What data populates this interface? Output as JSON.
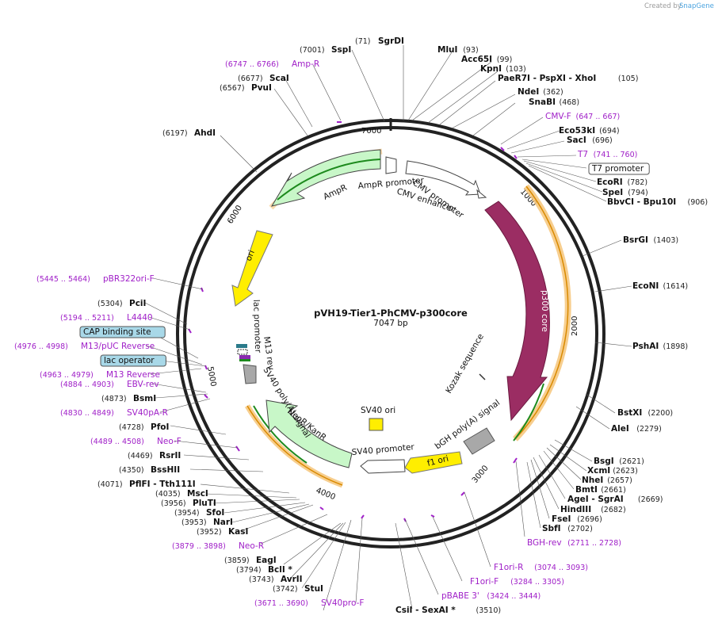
{
  "credit": {
    "prefix": "Created by",
    "brand": "SnapGene"
  },
  "plasmid": {
    "name": "pVH19-Tier1-PhCMV-p300core",
    "length": "7047 bp",
    "total_bp": 7047
  },
  "ticks": [
    "1000",
    "2000",
    "3000",
    "4000",
    "5000",
    "6000",
    "7000"
  ],
  "labels": [
    {
      "id": "sgrdi",
      "pos": "(71)",
      "name": "SgrDI",
      "kind": "enzyme"
    },
    {
      "id": "sspi",
      "pos": "(7001)",
      "name": "SspI",
      "kind": "enzyme"
    },
    {
      "id": "ampr-primer",
      "pos": "(6747 .. 6766)",
      "name": "Amp-R",
      "kind": "primer"
    },
    {
      "id": "scai",
      "pos": "(6677)",
      "name": "ScaI",
      "kind": "enzyme"
    },
    {
      "id": "pvui",
      "pos": "(6567)",
      "name": "PvuI",
      "kind": "enzyme"
    },
    {
      "id": "ahdi",
      "pos": "(6197)",
      "name": "AhdI",
      "kind": "enzyme"
    },
    {
      "id": "mlui",
      "pos": "(93)",
      "name": "MluI",
      "kind": "enzyme"
    },
    {
      "id": "acc65i",
      "pos": "(99)",
      "name": "Acc65I",
      "kind": "enzyme"
    },
    {
      "id": "kpni",
      "pos": "(103)",
      "name": "KpnI",
      "kind": "enzyme"
    },
    {
      "id": "paer7i",
      "pos": "(105)",
      "name": "PaeR7I  - PspXI  - XhoI",
      "kind": "enzyme"
    },
    {
      "id": "ndei",
      "pos": "(362)",
      "name": "NdeI",
      "kind": "enzyme"
    },
    {
      "id": "snabi",
      "pos": "(468)",
      "name": "SnaBI",
      "kind": "enzyme"
    },
    {
      "id": "cmvf",
      "pos": "(647 .. 667)",
      "name": "CMV-F",
      "kind": "primer"
    },
    {
      "id": "eco53ki",
      "pos": "(694)",
      "name": "Eco53kI",
      "kind": "enzyme"
    },
    {
      "id": "saci",
      "pos": "(696)",
      "name": "SacI",
      "kind": "enzyme"
    },
    {
      "id": "t7",
      "pos": "(741 .. 760)",
      "name": "T7",
      "kind": "primer"
    },
    {
      "id": "t7prom",
      "pos": "",
      "name": "T7 promoter",
      "kind": "boxed"
    },
    {
      "id": "ecori",
      "pos": "(782)",
      "name": "EcoRI",
      "kind": "enzyme"
    },
    {
      "id": "spei",
      "pos": "(794)",
      "name": "SpeI",
      "kind": "enzyme"
    },
    {
      "id": "bbvci",
      "pos": "(906)",
      "name": "BbvCI  - Bpu10I",
      "kind": "enzyme"
    },
    {
      "id": "bsrgi",
      "pos": "(1403)",
      "name": "BsrGI",
      "kind": "enzyme"
    },
    {
      "id": "ecoNI",
      "pos": "(1614)",
      "name": "EcoNI",
      "kind": "enzyme"
    },
    {
      "id": "pshai",
      "pos": "(1898)",
      "name": "PshAI",
      "kind": "enzyme"
    },
    {
      "id": "bstxi",
      "pos": "(2200)",
      "name": "BstXI",
      "kind": "enzyme"
    },
    {
      "id": "alei",
      "pos": "(2279)",
      "name": "AleI",
      "kind": "enzyme"
    },
    {
      "id": "bsgi",
      "pos": "(2621)",
      "name": "BsgI",
      "kind": "enzyme"
    },
    {
      "id": "xcmi",
      "pos": "(2623)",
      "name": "XcmI",
      "kind": "enzyme"
    },
    {
      "id": "nhei",
      "pos": "(2657)",
      "name": "NheI",
      "kind": "enzyme"
    },
    {
      "id": "bmti",
      "pos": "(2661)",
      "name": "BmtI",
      "kind": "enzyme"
    },
    {
      "id": "agei",
      "pos": "(2669)",
      "name": "AgeI  - SgrAI",
      "kind": "enzyme"
    },
    {
      "id": "hindiii",
      "pos": "(2682)",
      "name": "HindIII",
      "kind": "enzyme"
    },
    {
      "id": "fsei",
      "pos": "(2696)",
      "name": "FseI",
      "kind": "enzyme"
    },
    {
      "id": "sbfi",
      "pos": "(2702)",
      "name": "SbfI",
      "kind": "enzyme"
    },
    {
      "id": "bghrev",
      "pos": "(2711 .. 2728)",
      "name": "BGH-rev",
      "kind": "primer"
    },
    {
      "id": "f1orir",
      "pos": "(3074 .. 3093)",
      "name": "F1ori-R",
      "kind": "primer"
    },
    {
      "id": "f1orif",
      "pos": "(3284 .. 3305)",
      "name": "F1ori-F",
      "kind": "primer"
    },
    {
      "id": "pbabe3",
      "pos": "(3424 .. 3444)",
      "name": "pBABE 3'",
      "kind": "primer"
    },
    {
      "id": "csii",
      "pos": "(3510)",
      "name": "CsiI  - SexAI *",
      "kind": "enzyme"
    },
    {
      "id": "sv40pror",
      "pos": "(3671 .. 3690)",
      "name": "SV40pro-F",
      "kind": "primer"
    },
    {
      "id": "stui",
      "pos": "(3742)",
      "name": "StuI",
      "kind": "enzyme"
    },
    {
      "id": "avrii",
      "pos": "(3743)",
      "name": "AvrII",
      "kind": "enzyme"
    },
    {
      "id": "bcli",
      "pos": "(3794)",
      "name": "BclI *",
      "kind": "enzyme"
    },
    {
      "id": "eagi",
      "pos": "(3859)",
      "name": "EagI",
      "kind": "enzyme"
    },
    {
      "id": "neor",
      "pos": "(3879 .. 3898)",
      "name": "Neo-R",
      "kind": "primer"
    },
    {
      "id": "kasi",
      "pos": "(3952)",
      "name": "KasI",
      "kind": "enzyme"
    },
    {
      "id": "nari",
      "pos": "(3953)",
      "name": "NarI",
      "kind": "enzyme"
    },
    {
      "id": "sfoi",
      "pos": "(3954)",
      "name": "SfoI",
      "kind": "enzyme"
    },
    {
      "id": "pluti",
      "pos": "(3956)",
      "name": "PluTI",
      "kind": "enzyme"
    },
    {
      "id": "msci",
      "pos": "(4035)",
      "name": "MscI",
      "kind": "enzyme"
    },
    {
      "id": "pflfi",
      "pos": "(4071)",
      "name": "PflFI  - Tth111I",
      "kind": "enzyme"
    },
    {
      "id": "bsshii",
      "pos": "(4350)",
      "name": "BssHII",
      "kind": "enzyme"
    },
    {
      "id": "rsrii",
      "pos": "(4469)",
      "name": "RsrII",
      "kind": "enzyme"
    },
    {
      "id": "neof",
      "pos": "(4489 .. 4508)",
      "name": "Neo-F",
      "kind": "primer"
    },
    {
      "id": "pfoi",
      "pos": "(4728)",
      "name": "PfoI",
      "kind": "enzyme"
    },
    {
      "id": "sv40par",
      "pos": "(4830 .. 4849)",
      "name": "SV40pA-R",
      "kind": "primer"
    },
    {
      "id": "bsmi",
      "pos": "(4873)",
      "name": "BsmI",
      "kind": "enzyme"
    },
    {
      "id": "ebvrev",
      "pos": "(4884 .. 4903)",
      "name": "EBV-rev",
      "kind": "primer"
    },
    {
      "id": "m13rev",
      "pos": "(4963 .. 4979)",
      "name": "M13 Reverse",
      "kind": "primer"
    },
    {
      "id": "lacop",
      "pos": "",
      "name": "lac operator",
      "kind": "boxed"
    },
    {
      "id": "m13puc",
      "pos": "(4976 .. 4998)",
      "name": "M13/pUC Reverse",
      "kind": "primer"
    },
    {
      "id": "cap",
      "pos": "",
      "name": "CAP binding site",
      "kind": "boxed"
    },
    {
      "id": "l4440",
      "pos": "(5194 .. 5211)",
      "name": "L4440",
      "kind": "primer"
    },
    {
      "id": "pcii",
      "pos": "(5304)",
      "name": "PciI",
      "kind": "enzyme"
    },
    {
      "id": "pbr322",
      "pos": "(5445 .. 5464)",
      "name": "pBR322ori-F",
      "kind": "primer"
    }
  ],
  "features": [
    {
      "id": "ampr",
      "name": "AmpR"
    },
    {
      "id": "ampr-promoter",
      "name": "AmpR promoter"
    },
    {
      "id": "cmv-enhancer",
      "name": "CMV enhancer"
    },
    {
      "id": "cmv-promoter",
      "name": "CMV promoter"
    },
    {
      "id": "p300",
      "name": "p300 core"
    },
    {
      "id": "kozak",
      "name": "Kozak sequence"
    },
    {
      "id": "bgh",
      "name": "bGH poly(A) signal"
    },
    {
      "id": "f1ori",
      "name": "f1 ori"
    },
    {
      "id": "sv40prom",
      "name": "SV40 promoter"
    },
    {
      "id": "sv40ori",
      "name": "SV40 ori"
    },
    {
      "id": "neokan",
      "name": "NeoR/KanR"
    },
    {
      "id": "sv40polya",
      "name": "SV40 poly(A) signal"
    },
    {
      "id": "m13rev-f",
      "name": "M13 rev"
    },
    {
      "id": "lacprom",
      "name": "lac promoter"
    },
    {
      "id": "ori",
      "name": "ori"
    }
  ],
  "colors": {
    "ampr": "#c8f7c8",
    "p300": "#9b2d63",
    "ori": "#ffee00",
    "f1ori": "#ffee00",
    "neokan": "#c8f7c8",
    "promoter": "#ffffff",
    "polya": "#a8a8a8",
    "primer": "#a020c8",
    "orf": "#f6a623",
    "orf_arrow": "#1d8a1d"
  }
}
